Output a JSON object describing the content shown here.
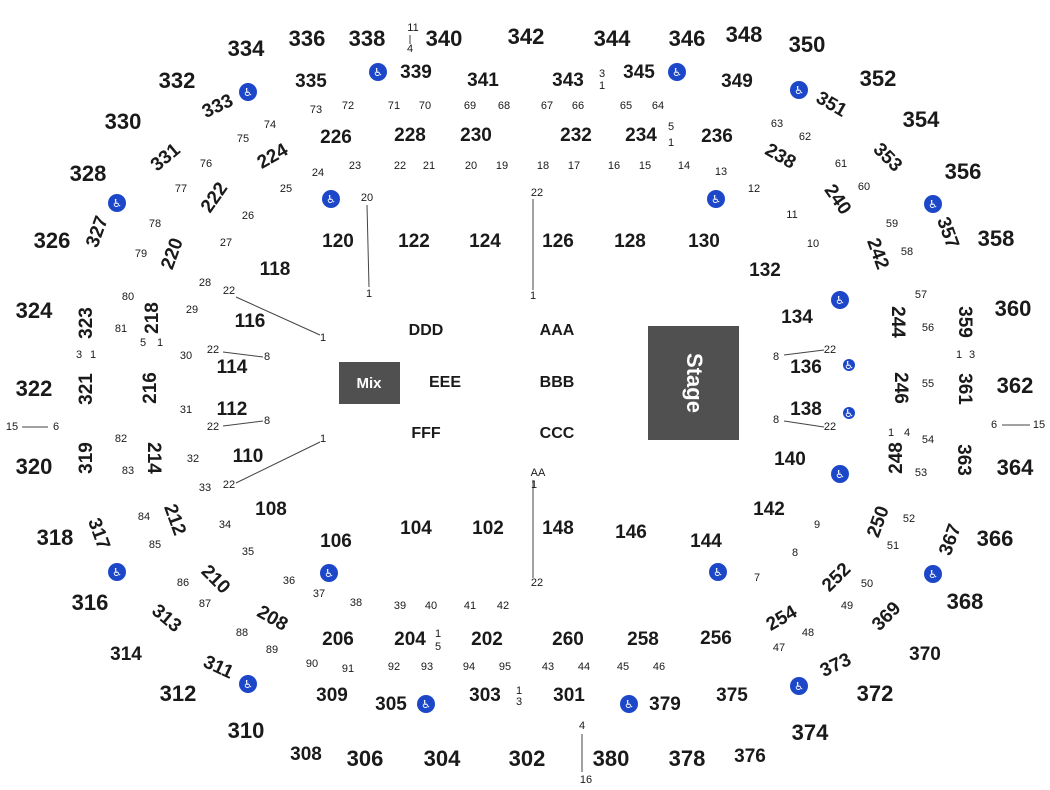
{
  "colors": {
    "stage": "#505050",
    "mix": "#505050",
    "accessible": "#1c47c8",
    "text": "#1a1a1a"
  },
  "stage_label": "Stage",
  "mix_label": "Mix",
  "floor_sections": [
    "AAA",
    "BBB",
    "CCC",
    "DDD",
    "EEE",
    "FFF"
  ],
  "sections_300": [
    "302",
    "304",
    "305",
    "306",
    "308",
    "309",
    "310",
    "311",
    "312",
    "313",
    "314",
    "316",
    "317",
    "318",
    "319",
    "320",
    "321",
    "322",
    "323",
    "324",
    "326",
    "327",
    "328",
    "330",
    "331",
    "332",
    "333",
    "334",
    "335",
    "336",
    "338",
    "339",
    "340",
    "341",
    "342",
    "343",
    "344",
    "345",
    "346",
    "348",
    "349",
    "350",
    "351",
    "352",
    "353",
    "354",
    "356",
    "357",
    "358",
    "359",
    "360",
    "361",
    "362",
    "363",
    "364",
    "366",
    "367",
    "368",
    "369",
    "370",
    "372",
    "373",
    "374",
    "375",
    "376",
    "378",
    "379",
    "380",
    "301",
    "303"
  ],
  "sections_200": [
    "202",
    "204",
    "206",
    "208",
    "210",
    "212",
    "214",
    "216",
    "218",
    "220",
    "222",
    "224",
    "226",
    "228",
    "230",
    "232",
    "234",
    "236",
    "238",
    "240",
    "242",
    "244",
    "246",
    "248",
    "250",
    "252",
    "254",
    "256",
    "258",
    "260"
  ],
  "sections_100": [
    "102",
    "104",
    "106",
    "108",
    "110",
    "112",
    "114",
    "116",
    "118",
    "120",
    "122",
    "124",
    "126",
    "128",
    "130",
    "132",
    "134",
    "136",
    "138",
    "140",
    "142",
    "144",
    "146",
    "148"
  ],
  "row_labels": [
    "1",
    "3",
    "4",
    "5",
    "6",
    "8",
    "11",
    "15",
    "16",
    "20",
    "22",
    "AA"
  ],
  "seat_numbers": [
    "7",
    "8",
    "9",
    "10",
    "11",
    "12",
    "13",
    "14",
    "15",
    "16",
    "17",
    "18",
    "19",
    "20",
    "21",
    "22",
    "23",
    "24",
    "25",
    "26",
    "27",
    "28",
    "29",
    "30",
    "31",
    "32",
    "33",
    "34",
    "35",
    "36",
    "37",
    "38",
    "39",
    "40",
    "41",
    "42",
    "43",
    "44",
    "45",
    "46",
    "47",
    "48",
    "49",
    "50",
    "51",
    "52",
    "53",
    "54",
    "55",
    "56",
    "57",
    "58",
    "59",
    "60",
    "61",
    "62",
    "63",
    "64",
    "65",
    "66",
    "67",
    "68",
    "69",
    "70",
    "71",
    "72",
    "73",
    "74",
    "75",
    "76",
    "77",
    "78",
    "79",
    "80",
    "81",
    "82",
    "83",
    "84",
    "85",
    "86",
    "87",
    "88",
    "89",
    "90",
    "91",
    "92",
    "93",
    "94",
    "95"
  ],
  "accessible_icon": "wheelchair-icon"
}
